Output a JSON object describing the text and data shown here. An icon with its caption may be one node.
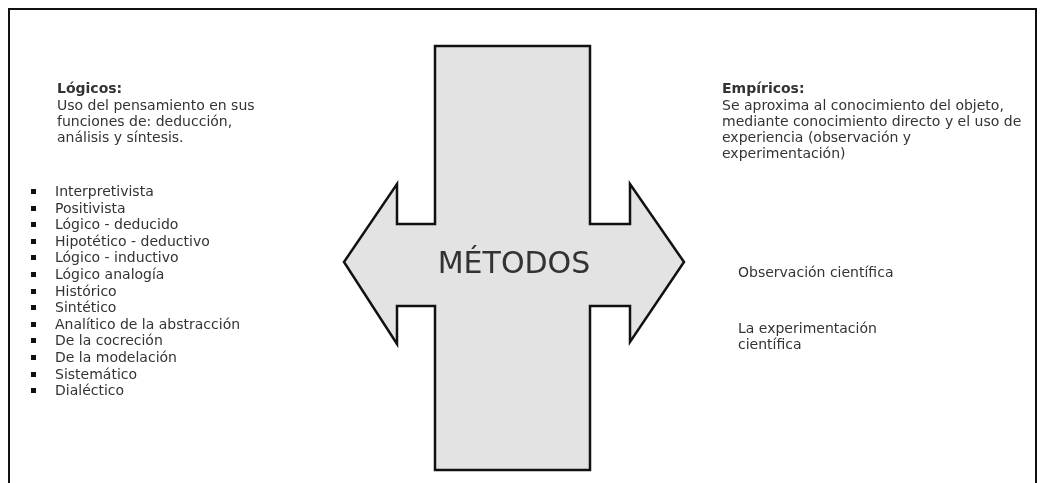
{
  "diagram": {
    "nodes": [
      {
        "text": [
          "MÉTODOS"
        ]
      }
    ],
    "labels": [
      "Lógicos:",
      "Uso del pensamiento en sus funciones de: deducción, análisis y síntesis.",
      "Empíricos:",
      "Se aproxima al conocimiento del objeto, mediante conocimiento directo y el uso de experiencia (observación y experimentación)",
      "Interpretivista",
      "Positivista",
      "Lógico - deducido",
      "Hipotético - deductivo",
      "Lógico - inductivo",
      "Lógico analogía",
      "Histórico",
      "Sintético",
      "Analítico de la abstracción",
      "De la cocreción",
      "De la modelación",
      "Sistemático",
      "Dialéctico",
      "Observación científica",
      "La experimentación científica"
    ]
  }
}
